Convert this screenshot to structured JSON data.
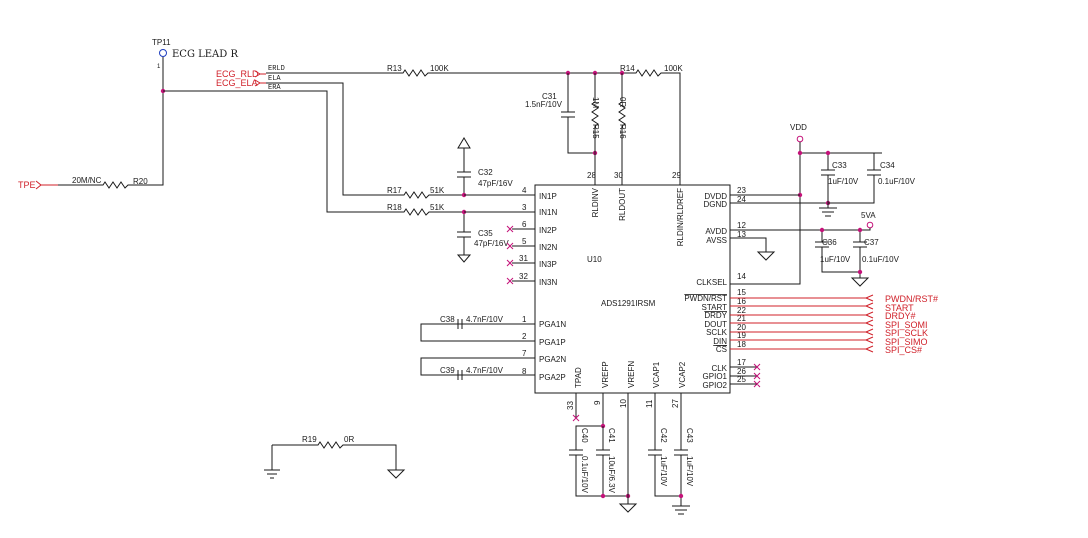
{
  "testpoint": {
    "ref": "TP11",
    "label": "ECG LEAD R",
    "pin": "1"
  },
  "nets_in": [
    {
      "id": "rld",
      "label": "ECG_RLD",
      "wire": "ERLD"
    },
    {
      "id": "ela",
      "label": "ECG_ELA",
      "wire": "ELA"
    },
    {
      "id": "era",
      "wire": "ERA"
    },
    {
      "id": "tpe",
      "label": "TPE"
    }
  ],
  "resistors": {
    "r13": {
      "ref": "R13",
      "value": "100K"
    },
    "r14": {
      "ref": "R14",
      "value": "100K"
    },
    "r15": {
      "ref": "R15",
      "value": "1M"
    },
    "r16": {
      "ref": "R16",
      "value": "0R"
    },
    "r17": {
      "ref": "R17",
      "value": "51K"
    },
    "r18": {
      "ref": "R18",
      "value": "51K"
    },
    "r19": {
      "ref": "R19",
      "value": "0R"
    },
    "r20": {
      "ref": "R20",
      "value": "20M/NC"
    }
  },
  "capacitors": {
    "c31": {
      "ref": "C31",
      "value": "1.5nF/10V"
    },
    "c32": {
      "ref": "C32",
      "value": "47pF/16V"
    },
    "c33": {
      "ref": "C33",
      "value": "1uF/10V"
    },
    "c34": {
      "ref": "C34",
      "value": "0.1uF/10V"
    },
    "c35": {
      "ref": "C35",
      "value": "47pF/16V"
    },
    "c36": {
      "ref": "C36",
      "value": "1uF/10V"
    },
    "c37": {
      "ref": "C37",
      "value": "0.1uF/10V"
    },
    "c38": {
      "ref": "C38",
      "value": "4.7nF/10V"
    },
    "c39": {
      "ref": "C39",
      "value": "4.7nF/10V"
    },
    "c40": {
      "ref": "C40",
      "value": "0.1uF/10V"
    },
    "c41": {
      "ref": "C41",
      "value": "10uF/6.3V"
    },
    "c42": {
      "ref": "C42",
      "value": "1uF/10V"
    },
    "c43": {
      "ref": "C43",
      "value": "1uF/10V"
    }
  },
  "power": {
    "vdd": "VDD",
    "v5a": "5VA"
  },
  "ic": {
    "ref": "U10",
    "part": "ADS1291IRSM",
    "left_pins": [
      {
        "num": "4",
        "name": "IN1P"
      },
      {
        "num": "3",
        "name": "IN1N"
      },
      {
        "num": "6",
        "name": "IN2P"
      },
      {
        "num": "5",
        "name": "IN2N"
      },
      {
        "num": "31",
        "name": "IN3P"
      },
      {
        "num": "32",
        "name": "IN3N"
      },
      {
        "num": "1",
        "name": "PGA1N"
      },
      {
        "num": "2",
        "name": "PGA1P"
      },
      {
        "num": "7",
        "name": "PGA2N"
      },
      {
        "num": "8",
        "name": "PGA2P"
      }
    ],
    "top_pins": [
      {
        "num": "28",
        "name": "RLDINV"
      },
      {
        "num": "30",
        "name": "RLDOUT"
      },
      {
        "num": "29",
        "name": "RLDIN/RLDREF"
      }
    ],
    "right_pins": [
      {
        "num": "23",
        "name": "DVDD"
      },
      {
        "num": "24",
        "name": "DGND"
      },
      {
        "num": "12",
        "name": "AVDD"
      },
      {
        "num": "13",
        "name": "AVSS"
      },
      {
        "num": "14",
        "name": "CLKSEL"
      },
      {
        "num": "15",
        "name": "PWDN/RST"
      },
      {
        "num": "16",
        "name": "START"
      },
      {
        "num": "22",
        "name": "DRDY"
      },
      {
        "num": "21",
        "name": "DOUT"
      },
      {
        "num": "20",
        "name": "SCLK"
      },
      {
        "num": "19",
        "name": "DIN"
      },
      {
        "num": "18",
        "name": "CS"
      },
      {
        "num": "17",
        "name": "CLK"
      },
      {
        "num": "26",
        "name": "GPIO1"
      },
      {
        "num": "25",
        "name": "GPIO2"
      }
    ],
    "bottom_pins": [
      {
        "num": "33",
        "name": "TPAD"
      },
      {
        "num": "9",
        "name": "VREFP"
      },
      {
        "num": "10",
        "name": "VREFN"
      },
      {
        "num": "11",
        "name": "VCAP1"
      },
      {
        "num": "27",
        "name": "VCAP2"
      }
    ]
  },
  "nets_out": [
    {
      "label": "PWDN/RST#"
    },
    {
      "label": "START"
    },
    {
      "label": "DRDY#"
    },
    {
      "label": "SPI_SOMI"
    },
    {
      "label": "SPI_SCLK"
    },
    {
      "label": "SPI_SIMO"
    },
    {
      "label": "SPI_CS#"
    }
  ],
  "colors": {
    "wire": "#1a1a1a",
    "net_label": "#d0212a",
    "junction": "#c4137a"
  }
}
